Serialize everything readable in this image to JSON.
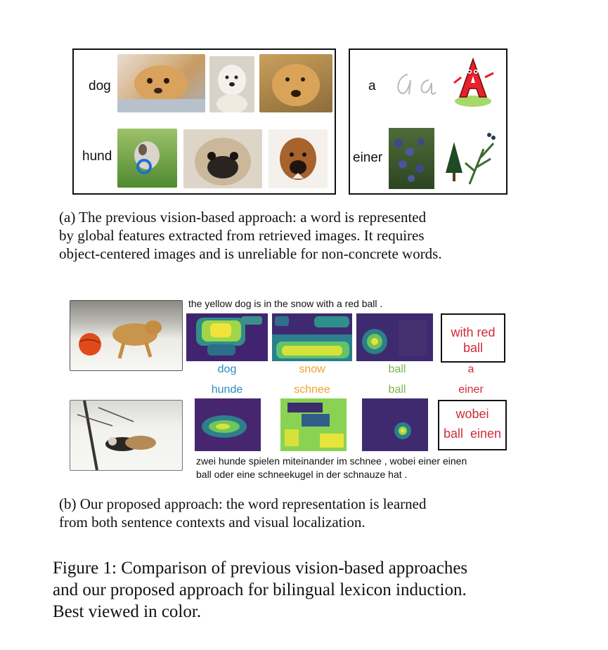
{
  "panel_a": {
    "left_box": {
      "row1_label": "dog",
      "row2_label": "hund"
    },
    "right_box": {
      "row1_label": "a",
      "row2_label": "einer",
      "cursive_letters": "a a",
      "cartoon_letter": "A"
    },
    "caption_lines": [
      "(a) The previous vision-based approach: a word is represented",
      "by global features extracted from retrieved images. It requires",
      "object-centered images and is unreliable for non-concrete words."
    ]
  },
  "panel_b": {
    "sentence_en": "the yellow dog is in the snow with a red ball .",
    "words_en": [
      {
        "text": "dog",
        "color": "#2b8cbe"
      },
      {
        "text": "snow",
        "color": "#f0a030"
      },
      {
        "text": "ball",
        "color": "#7ab648"
      },
      {
        "text": "a",
        "color": "#cf2c3a"
      }
    ],
    "words_de": [
      {
        "text": "hunde",
        "color": "#2b8cbe"
      },
      {
        "text": "schnee",
        "color": "#f0a030"
      },
      {
        "text": "ball",
        "color": "#7ab648"
      },
      {
        "text": "einer",
        "color": "#cf2c3a"
      }
    ],
    "box_en": {
      "line1": "with red",
      "line2": "ball"
    },
    "box_de": {
      "line1": "wobei",
      "line2": "ball  einen"
    },
    "sentence_de_line1": "zwei hunde spielen miteinander im schnee , wobei einer einen",
    "sentence_de_line2": "ball oder eine schneekugel in der schnauze hat .",
    "caption_lines": [
      "(b) Our proposed approach: the word representation is learned",
      "from both sentence contexts and visual localization."
    ]
  },
  "figure_caption_lines": [
    "Figure 1: Comparison of previous vision-based approaches",
    "and our proposed approach for bilingual lexicon induction.",
    "Best viewed in color."
  ]
}
